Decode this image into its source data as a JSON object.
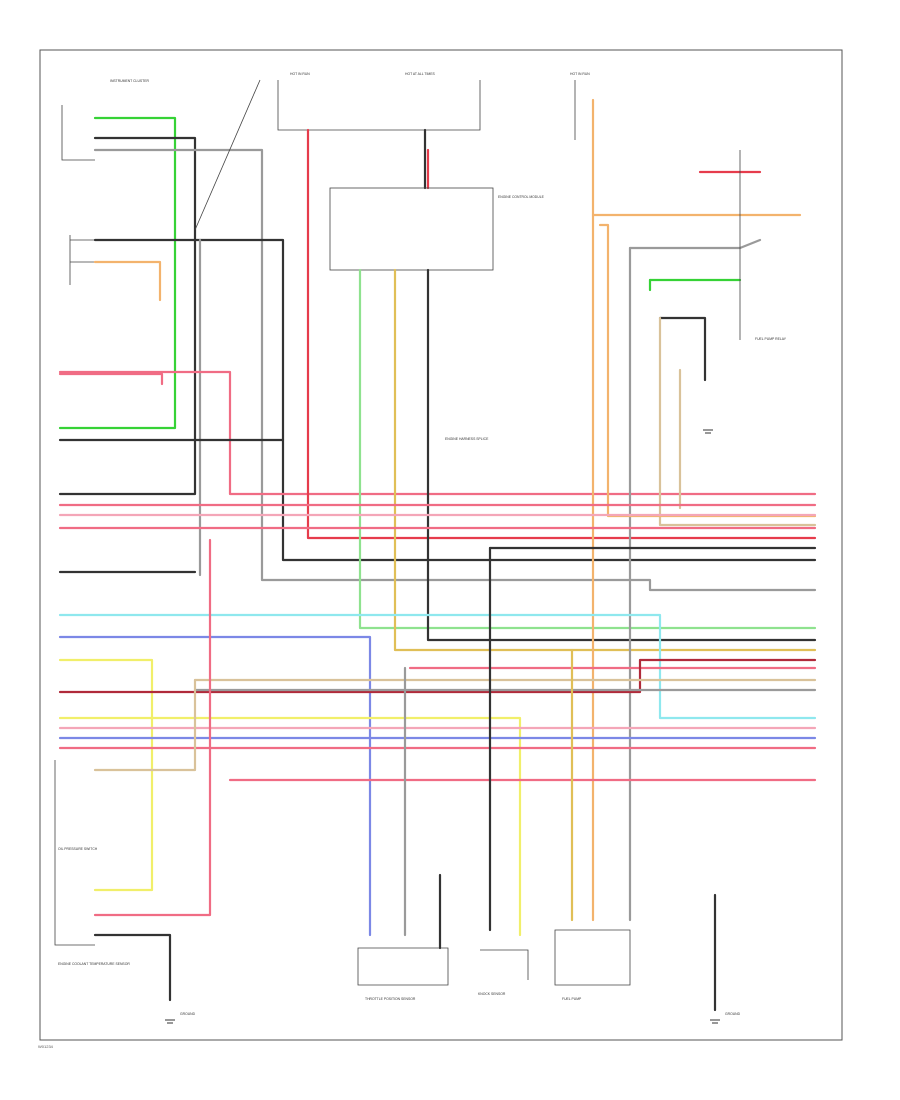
{
  "colors": {
    "green": "#36d236",
    "light_green": "#8fe28f",
    "black": "#333333",
    "gray": "#9a9a9a",
    "pink": "#f06c84",
    "light_pink": "#f4a6b8",
    "red": "#e63c4c",
    "orange": "#f3b36d",
    "tan": "#d9c29a",
    "yellow": "#f1ef6a",
    "light_blue": "#8fe8ee",
    "blue": "#7c88e6",
    "dark_red": "#b02a3a",
    "white": "#dddddd",
    "gold": "#e0bf57"
  },
  "components": {
    "hot_run_left": "HOT IN RUN",
    "hot_run_mid": "HOT AT ALL TIMES",
    "hot_run_right": "HOT IN RUN",
    "instrument_cluster": "INSTRUMENT CLUSTER",
    "ecm": "ENGINE CONTROL MODULE",
    "fuel_pump_relay": "FUEL PUMP RELAY",
    "knock_sensor": "KNOCK SENSOR",
    "throttle_position_sensor": "THROTTLE POSITION SENSOR",
    "oil_pressure_switch": "OIL PRESSURE SWITCH",
    "coolant_temp_sensor": "ENGINE COOLANT TEMPERATURE SENSOR",
    "fuel_pump": "FUEL PUMP",
    "ground_label": "GROUND",
    "harness_label": "ENGINE HARNESS SPLICE"
  },
  "footer_code": "W01234"
}
